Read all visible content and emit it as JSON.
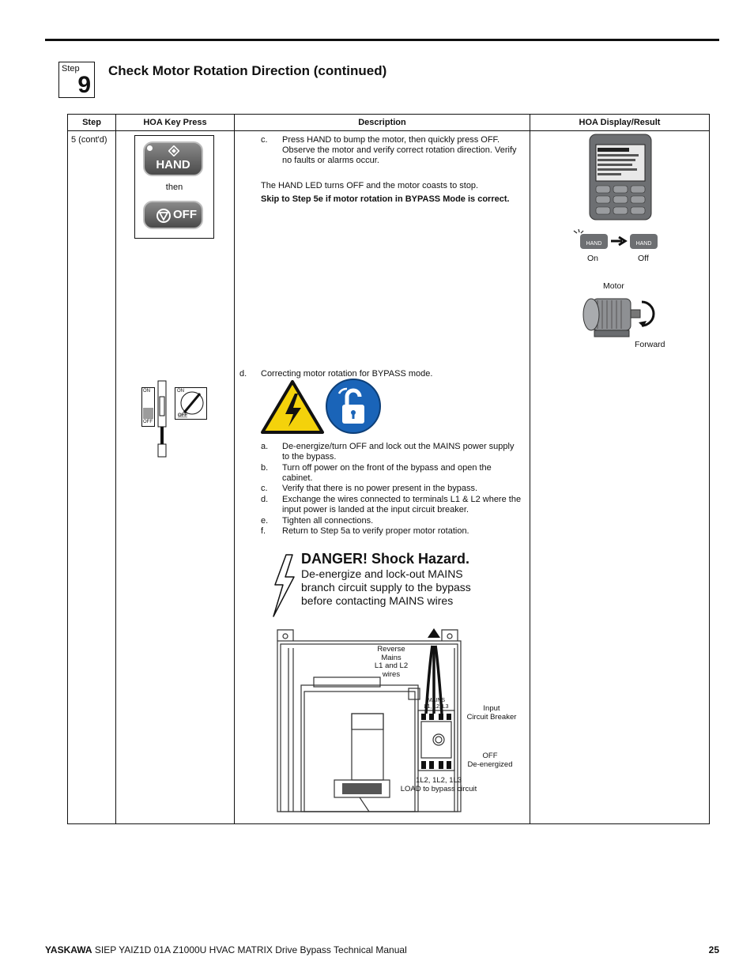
{
  "step_box": {
    "label": "Step",
    "number": "9"
  },
  "heading": "Check Motor Rotation Direction (continued)",
  "table": {
    "headers": [
      "Step",
      "HOA Key Press",
      "Description",
      "HOA Display/Result"
    ],
    "step_value": "5 (cont'd)"
  },
  "keys": {
    "hand": "HAND",
    "then": "then",
    "off": "OFF"
  },
  "desc_c": {
    "marker": "c.",
    "lines": [
      "Press HAND to bump the motor, then quickly press OFF.",
      "Observe the motor and verify correct rotation direction. Verify",
      "no faults or alarms occur."
    ],
    "note": "The HAND LED turns OFF and the motor coasts to stop.",
    "skip": "Skip to Step 5e if motor rotation in BYPASS Mode is correct."
  },
  "result": {
    "on": "On",
    "off": "Off",
    "hand": "HAND",
    "motor": "Motor",
    "forward": "Forward"
  },
  "breaker_panel": {
    "on": "ON",
    "off": "OFF"
  },
  "desc_d": {
    "marker": "d.",
    "title": "Correcting motor rotation for BYPASS mode.",
    "items": [
      {
        "m": "a.",
        "l1": "De-energize/turn OFF and lock out the MAINS power supply",
        "l2": "to the bypass."
      },
      {
        "m": "b.",
        "l1": "Turn off power on the front of the bypass and open the",
        "l2": "cabinet."
      },
      {
        "m": "c.",
        "l1": "Verify that there is no power present in the bypass.",
        "l2": ""
      },
      {
        "m": "d.",
        "l1": "Exchange the wires connected to terminals L1 & L2 where the",
        "l2": "input power is landed at the input circuit breaker."
      },
      {
        "m": "e.",
        "l1": "Tighten all connections.",
        "l2": ""
      },
      {
        "m": "f.",
        "l1": "Return to Step 5a to verify proper motor rotation.",
        "l2": ""
      }
    ]
  },
  "danger": {
    "title": "DANGER! Shock Hazard.",
    "lines": [
      "De-energize and lock-out MAINS",
      "branch circuit supply to the bypass",
      "before contacting MAINS wires"
    ]
  },
  "figure": {
    "reverse": [
      "Reverse",
      "Mains",
      "L1 and L2",
      "wires"
    ],
    "mains": [
      "MAINS",
      "L1, L2, L3"
    ],
    "input": [
      "Input",
      "Circuit Breaker"
    ],
    "off": [
      "OFF",
      "De-energized"
    ],
    "load": [
      "1L2, 1L2, 1L3",
      "LOAD to bypass circuit"
    ]
  },
  "footer": {
    "brand": "YASKAWA",
    "text": " SIEP YAIZ1D 01A Z1000U HVAC MATRIX Drive Bypass Technical Manual",
    "page": "25"
  }
}
